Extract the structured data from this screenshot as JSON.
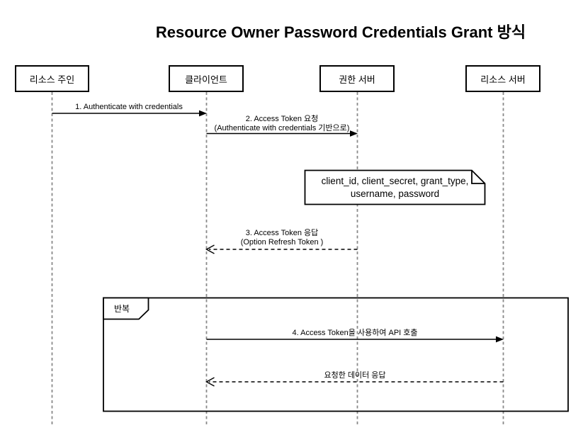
{
  "title": "Resource Owner Password Credentials Grant 방식",
  "actors": [
    {
      "label": "리소스 주인"
    },
    {
      "label": "클라이언트"
    },
    {
      "label": "권한 서버"
    },
    {
      "label": "리소스 서버"
    }
  ],
  "messages": [
    {
      "label": "1. Authenticate with credentials",
      "from": "리소스 주인",
      "to": "클라이언트",
      "line": "solid"
    },
    {
      "label": "2. Access Token 요청",
      "label2": "(Authenticate with credentials 기반으로)",
      "from": "클라이언트",
      "to": "권한 서버",
      "line": "solid"
    },
    {
      "label": "3. Access Token 응답",
      "label2": "(Option Refresh Token )",
      "from": "권한 서버",
      "to": "클라이언트",
      "line": "dashed"
    },
    {
      "label": "4. Access Token을 사용하여 API 호출",
      "from": "클라이언트",
      "to": "리소스 서버",
      "line": "solid"
    },
    {
      "label": "요청한 데이터 응답",
      "from": "리소스 서버",
      "to": "클라이언트",
      "line": "dashed"
    }
  ],
  "note": {
    "line1": "client_id, client_secret, grant_type,",
    "line2": "username, password"
  },
  "loop": {
    "label": "반복"
  },
  "colors": {
    "line": "#000000",
    "lifeline": "#8a8a8a",
    "background": "#ffffff"
  }
}
